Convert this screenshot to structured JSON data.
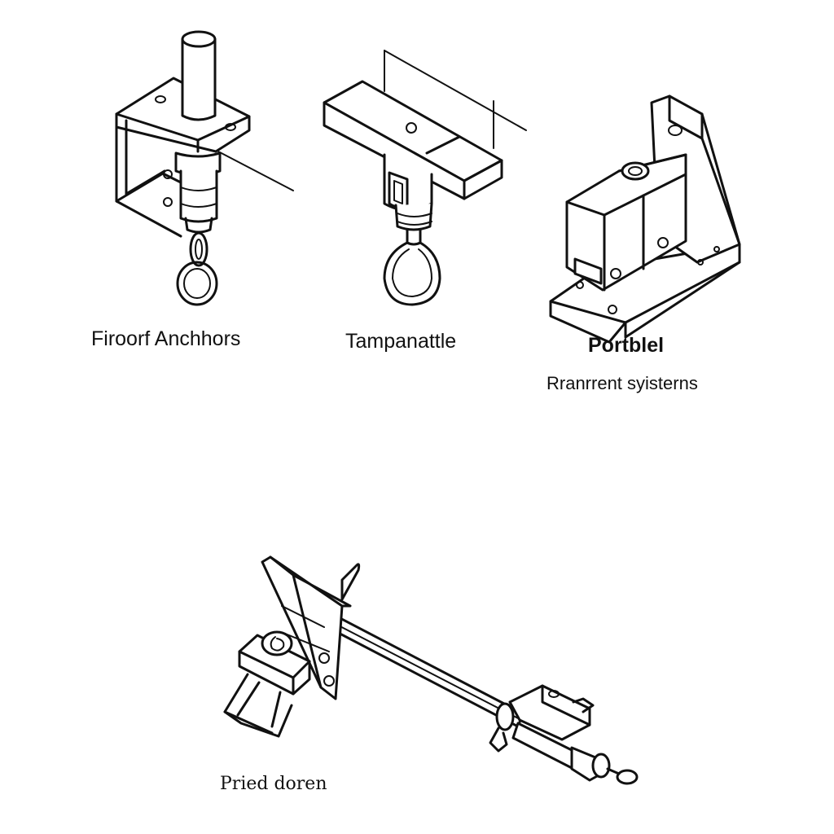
{
  "labels": {
    "floor_anchors": "Firoorf Anchhors",
    "tampanattle": "Tampanattle",
    "portblel": "Portblel",
    "restraint_systems": "Rranrrent syisterns",
    "pred_doren": "Pried doren"
  },
  "colors": {
    "ink": "#111111",
    "background": "#ffffff"
  },
  "items": [
    {
      "id": "floor-anchor",
      "icon": "bracket-anchor-with-ring"
    },
    {
      "id": "tampanattle",
      "icon": "beam-clamp-with-eye-ring"
    },
    {
      "id": "portblel",
      "icon": "box-bracket-mount"
    },
    {
      "id": "pred-doren",
      "icon": "bar-lever-with-clamp"
    }
  ]
}
